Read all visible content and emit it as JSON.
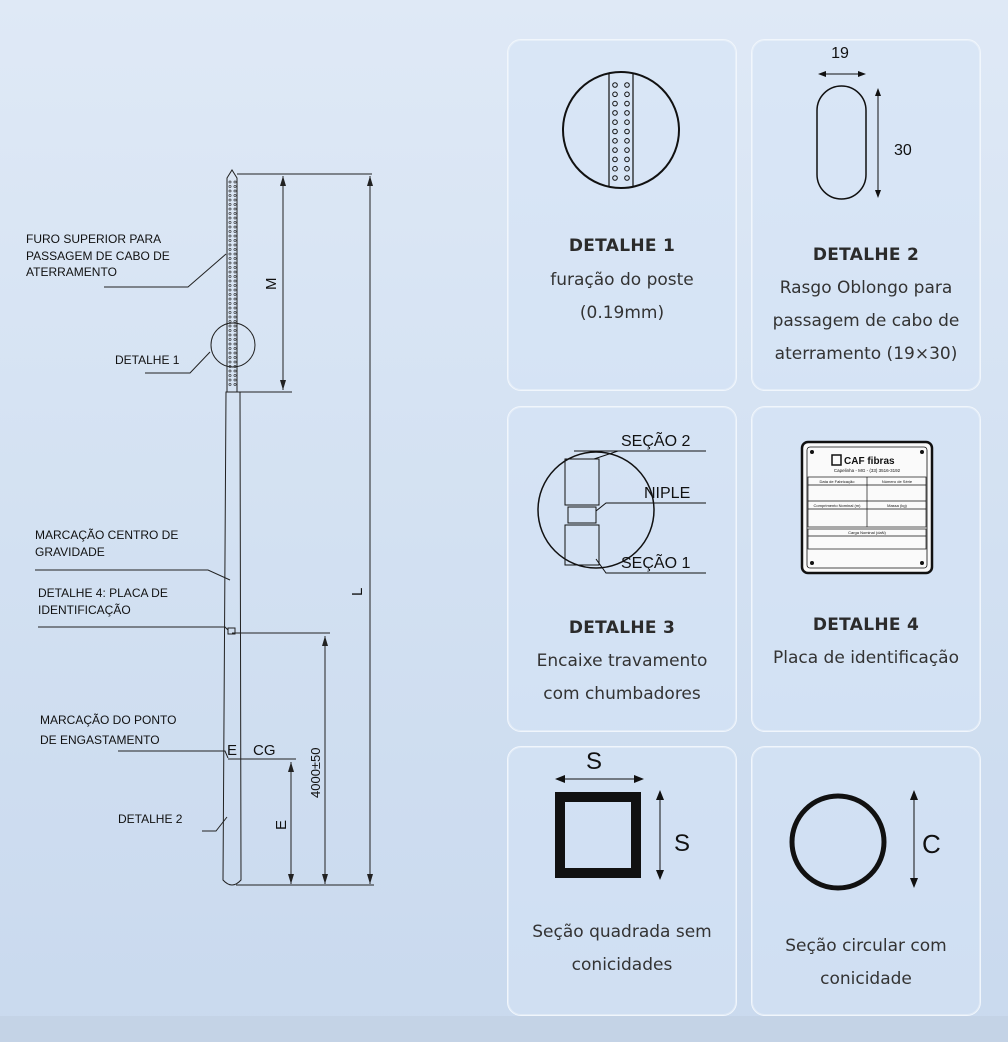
{
  "pole_drawing": {
    "label_furo_line1": "FURO SUPERIOR PARA",
    "label_furo_line2": "PASSAGEM DE CABO DE",
    "label_furo_line3": "ATERRAMENTO",
    "label_detalhe1": "DETALHE 1",
    "label_cg_line1": "MARCAÇÃO CENTRO DE",
    "label_cg_line2": "GRAVIDADE",
    "label_placa_line1": "DETALHE 4: PLACA DE",
    "label_placa_line2": "IDENTIFICAÇÃO",
    "label_engast_line1": "MARCAÇÃO DO  PONTO",
    "label_engast_line2": "DE ENGASTAMENTO",
    "label_detalhe2": "DETALHE 2",
    "mark_e": "E",
    "mark_cg": "CG",
    "dim_m": "M",
    "dim_l": "L",
    "dim_4000": "4000±50",
    "dim_e": "E"
  },
  "cards": {
    "detalhe1": {
      "title": "DETALHE 1",
      "text": "furação do poste\n(0.19mm)"
    },
    "detalhe2": {
      "title": "DETALHE 2",
      "text": "Rasgo Oblongo para\npassagem  de cabo de\naterramento (19×30)",
      "dim_w": "19",
      "dim_h": "30"
    },
    "detalhe3": {
      "title": "DETALHE 3",
      "text": "Encaixe travamento\ncom chumbadores",
      "secao2": "SEÇÃO 2",
      "niple": "NIPLE",
      "secao1": "SEÇÃO 1"
    },
    "detalhe4": {
      "title": "DETALHE 4",
      "text": "Placa de identificação",
      "plate_brand": "CAF fibras",
      "plate_address": "Capelinha - MG - (33) 3516-3192",
      "plate_data_fab": "Data de Fabricação",
      "plate_num_serie": "Número de Série",
      "plate_comprimento": "Comprimento Nominal (m)",
      "plate_massa": "Massa (kg)",
      "plate_carga": "Carga Nominal (daN)"
    },
    "secao_quadrada": {
      "text": "Seção quadrada sem\nconicidades",
      "dim_s_top": "S",
      "dim_s_side": "S"
    },
    "secao_circular": {
      "text": "Seção circular com\nconicidade",
      "dim_c": "C"
    }
  }
}
